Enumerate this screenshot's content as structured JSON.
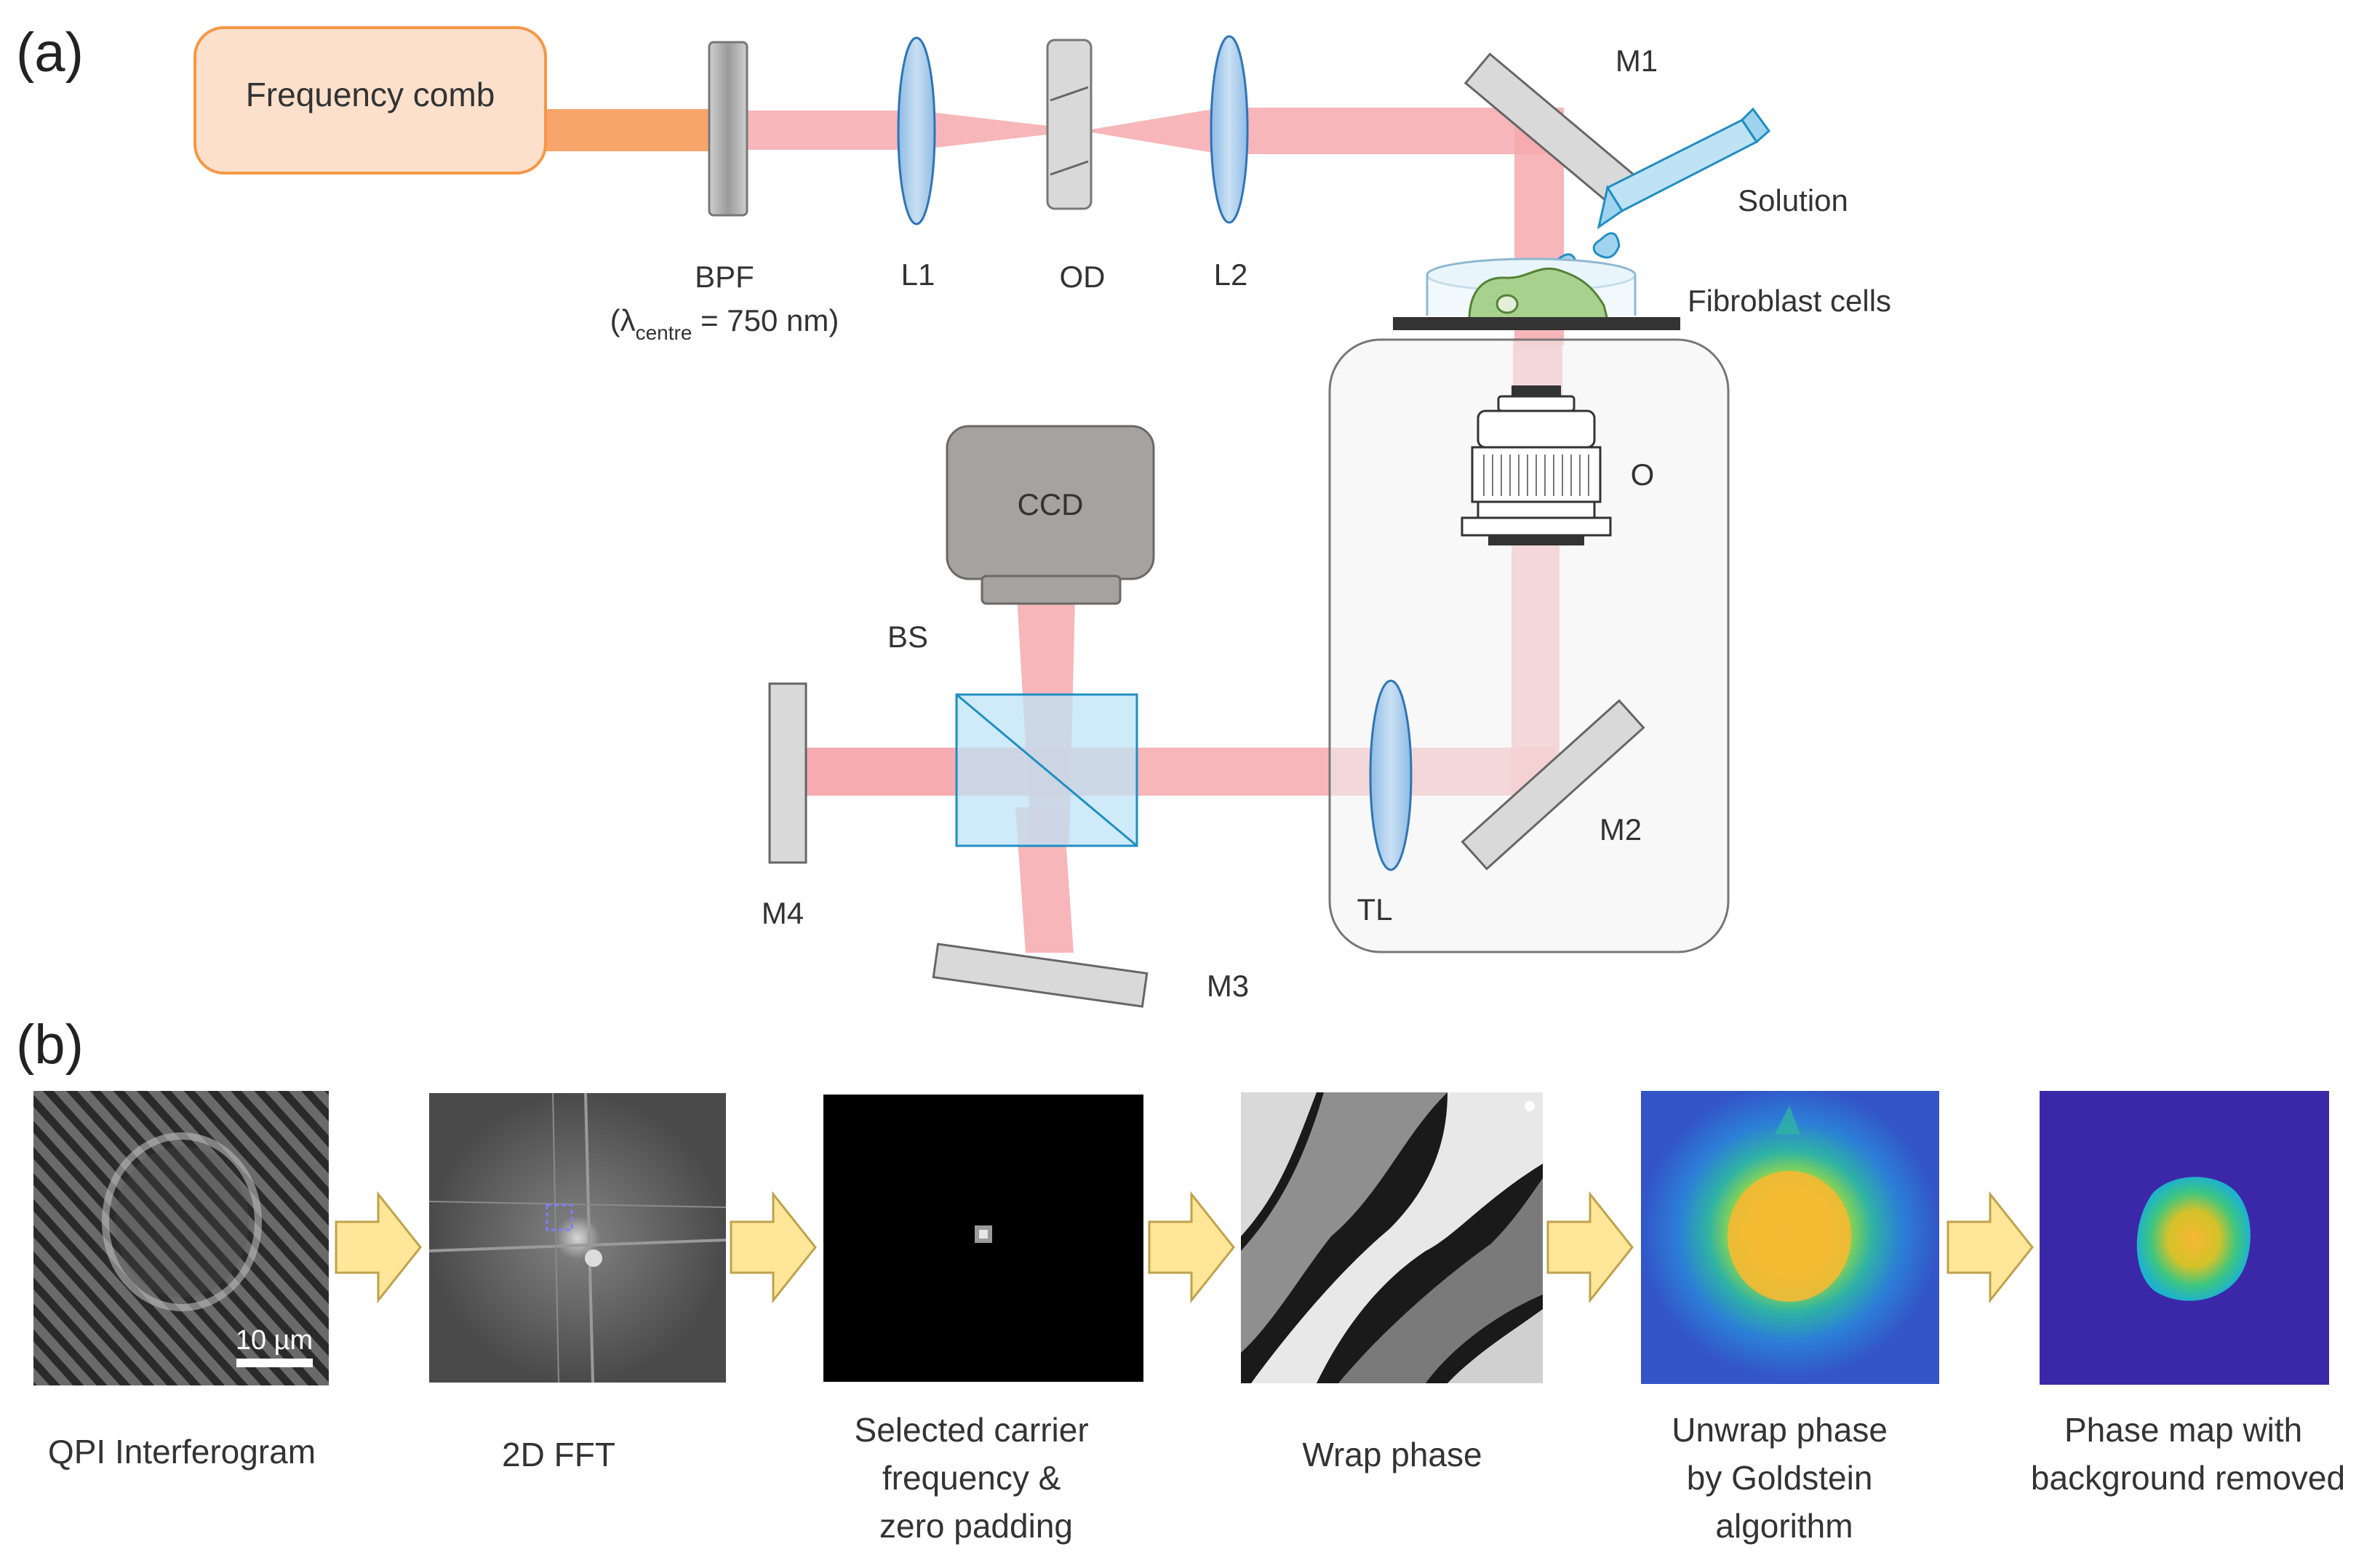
{
  "panel_a": {
    "label": "(a)",
    "source": "Frequency comb",
    "components": {
      "bpf": "BPF",
      "bpf_wavelength_prefix": "(λ",
      "bpf_wavelength_sub": "centre",
      "bpf_wavelength_value": " = 750 nm)",
      "l1": "L1",
      "od": "OD",
      "l2": "L2",
      "m1": "M1",
      "solution": "Solution",
      "fibroblast": "Fibroblast cells",
      "ccd": "CCD",
      "objective": "O",
      "bs": "BS",
      "tl": "TL",
      "m2": "M2",
      "m3": "M3",
      "m4": "M4"
    }
  },
  "panel_b": {
    "label": "(b)",
    "scale_bar": "10 µm",
    "steps": [
      {
        "lines": [
          "QPI Interferogram"
        ]
      },
      {
        "lines": [
          "2D FFT"
        ]
      },
      {
        "lines": [
          "Selected carrier",
          "frequency &",
          "zero padding"
        ]
      },
      {
        "lines": [
          "Wrap phase"
        ]
      },
      {
        "lines": [
          "Unwrap phase",
          "by Goldstein",
          "algorithm"
        ]
      },
      {
        "lines": [
          "Phase map with",
          "background removed"
        ]
      }
    ]
  },
  "colors": {
    "beam": "#f6a9ae",
    "comb_beam": "#f7a56b",
    "comb_fill": "#fde0cc",
    "comb_border": "#f79646",
    "lens": "#9dc3e6",
    "lens_border": "#2e75b6",
    "mirror": "#d9d9d9",
    "bs": "#bfe3f5",
    "bs_border": "#1f8fc2",
    "ccd": "#a6a29f",
    "arrow": "#ffe699",
    "arrow_border": "#bfa24a"
  }
}
